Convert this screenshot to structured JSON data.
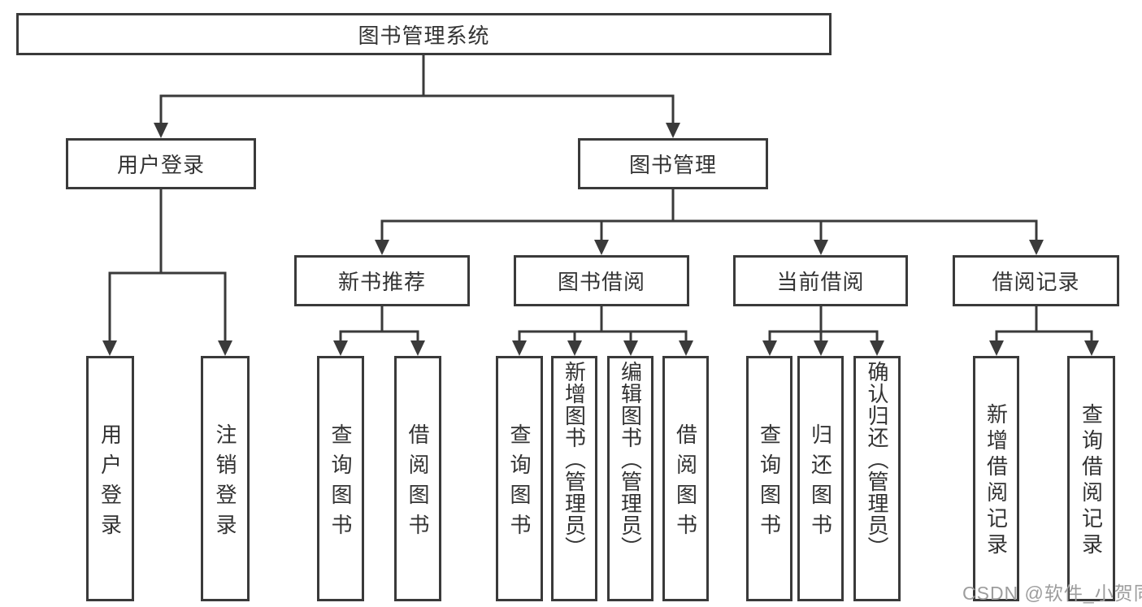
{
  "tree": {
    "label": "图书管理系统",
    "children": [
      {
        "label": "用户登录",
        "children": [
          {
            "label": "用户登录"
          },
          {
            "label": "注销登录"
          }
        ]
      },
      {
        "label": "图书管理",
        "children": [
          {
            "label": "新书推荐",
            "children": [
              {
                "label": "查询图书"
              },
              {
                "label": "借阅图书"
              }
            ]
          },
          {
            "label": "图书借阅",
            "children": [
              {
                "label": "查询图书"
              },
              {
                "label": "新增图书（管理员）"
              },
              {
                "label": "编辑图书（管理员）"
              },
              {
                "label": "借阅图书"
              }
            ]
          },
          {
            "label": "当前借阅",
            "children": [
              {
                "label": "查询图书"
              },
              {
                "label": "归还图书"
              },
              {
                "label": "确认归还（管理员）"
              }
            ]
          },
          {
            "label": "借阅记录",
            "children": [
              {
                "label": "新增借阅记录"
              },
              {
                "label": "查询借阅记录"
              }
            ]
          }
        ]
      }
    ]
  },
  "watermark": {
    "text": "CSDN @软件_小贺同学"
  },
  "colors": {
    "line": "#3a3a3a",
    "text": "#333333",
    "watermark": "#9d9d9d",
    "background": "#ffffff"
  }
}
